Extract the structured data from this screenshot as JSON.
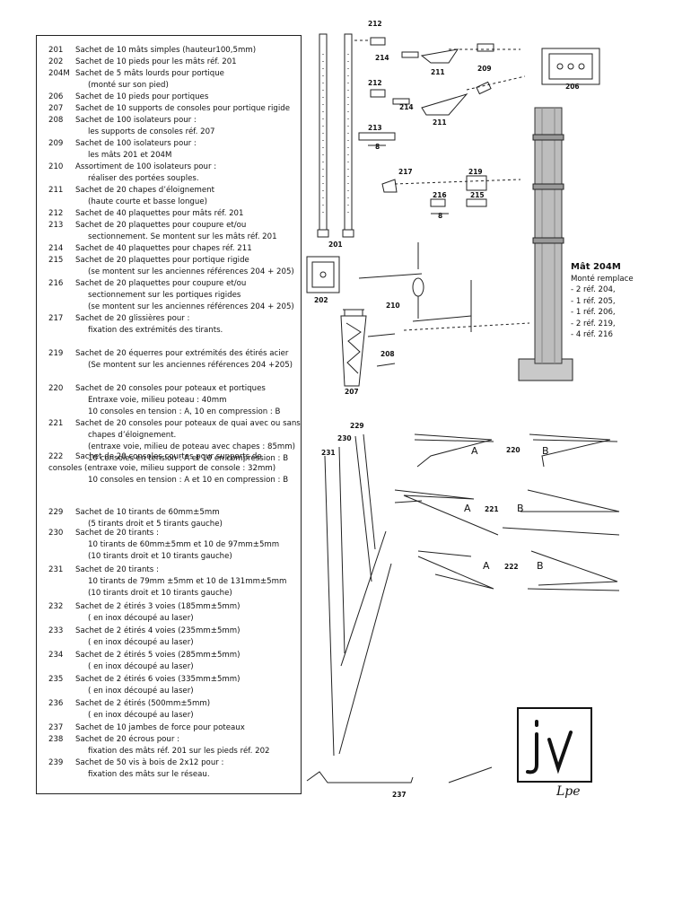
{
  "entries": [
    {
      "num": "201",
      "lines": [
        "Sachet de 10 mâts simples (hauteur100,5mm)"
      ]
    },
    {
      "num": "202",
      "lines": [
        "Sachet de 10 pieds pour les mâts réf. 201"
      ]
    },
    {
      "num": "204M",
      "lines": [
        "Sachet de 5 mâts lourds pour portique",
        "(monté sur son pied)"
      ]
    },
    {
      "num": "206",
      "lines": [
        "Sachet de 10 pieds pour portiques"
      ]
    },
    {
      "num": "207",
      "lines": [
        "Sachet de 10 supports de consoles pour portique rigide"
      ]
    },
    {
      "num": "208",
      "lines": [
        "Sachet de 100 isolateurs pour :",
        "les supports de consoles réf. 207"
      ]
    },
    {
      "num": "209",
      "lines": [
        "Sachet de 100 isolateurs pour :",
        "les mâts 201 et 204M"
      ]
    },
    {
      "num": "210",
      "lines": [
        "Assortiment de 100 isolateurs pour :",
        "réaliser des portées souples."
      ]
    },
    {
      "num": "211",
      "lines": [
        "Sachet de 20 chapes d’éloignement",
        "(haute courte et basse longue)"
      ]
    },
    {
      "num": "212",
      "lines": [
        "Sachet de 40 plaquettes pour mâts réf. 201"
      ]
    },
    {
      "num": "213",
      "lines": [
        "Sachet de 20 plaquettes pour coupure et/ou",
        "sectionnement. Se montent sur les mâts réf. 201"
      ]
    },
    {
      "num": "214",
      "lines": [
        "Sachet de 40 plaquettes pour chapes réf. 211"
      ]
    },
    {
      "num": "215",
      "lines": [
        "Sachet de 20 plaquettes pour portique rigide",
        "(se montent sur les anciennes références 204 + 205)"
      ]
    },
    {
      "num": "216",
      "lines": [
        "Sachet de 20 plaquettes pour coupure et/ou",
        "sectionnement sur les portiques rigides",
        "(se montent sur les anciennes références 204 + 205)"
      ]
    },
    {
      "num": "217",
      "lines": [
        "Sachet de 20 glissières pour :",
        "fixation des extrémités des tirants."
      ]
    },
    {
      "num": "219",
      "lines": [
        "Sachet de 20 équerres pour extrémités des étirés acier",
        "(Se montent sur les anciennes références 204 +205)"
      ]
    },
    {
      "num": "220",
      "lines": [
        "Sachet de 20 consoles pour poteaux et portiques",
        "Entraxe voie, milieu poteau : 40mm",
        "10 consoles en tension : A, 10 en compression : B"
      ]
    },
    {
      "num": "221",
      "lines": [
        "Sachet de 20 consoles pour poteaux de quai avec ou sans",
        "chapes d’éloignement.",
        "(entraxe voie, milieu de poteau avec chapes : 85mm)",
        "10 consoles en tension : A et 10 en compression : B"
      ]
    },
    {
      "num": "222",
      "lines": [
        "Sachet de 20 consoles courtes pour supports de",
        "consoles  (entraxe voie, milieu support de console : 32mm)",
        "10 consoles en tension : A et 10 en compression : B"
      ]
    },
    {
      "num": "229",
      "lines": [
        "Sachet de 10 tirants de 60mm±5mm",
        "(5 tirants droit et 5 tirants gauche)"
      ]
    },
    {
      "num": "230",
      "lines": [
        "Sachet de 20 tirants :",
        "10 tirants de 60mm±5mm et 10 de 97mm±5mm",
        "(10 tirants droit et 10 tirants gauche)"
      ]
    },
    {
      "num": "231",
      "lines": [
        "Sachet de 20 tirants :",
        "10 tirants de 79mm ±5mm et 10 de 131mm±5mm",
        "(10 tirants droit et 10 tirants gauche)"
      ]
    },
    {
      "num": "232",
      "lines": [
        "Sachet de 2 étirés 3 voies (185mm±5mm)",
        "( en inox découpé au laser)"
      ]
    },
    {
      "num": "233",
      "lines": [
        "Sachet de 2 étirés 4 voies (235mm±5mm)",
        "( en inox découpé au laser)"
      ]
    },
    {
      "num": "234",
      "lines": [
        "Sachet de 2 étirés 5 voies (285mm±5mm)",
        "( en inox découpé au laser)"
      ]
    },
    {
      "num": "235",
      "lines": [
        "Sachet de 2 étirés 6 voies (335mm±5mm)",
        "( en inox découpé au laser)"
      ]
    },
    {
      "num": "236",
      "lines": [
        "Sachet de 2 étirés (500mm±5mm)",
        "( en inox découpé au laser)"
      ]
    },
    {
      "num": "237",
      "lines": [
        "Sachet de 10 jambes de force pour poteaux"
      ]
    },
    {
      "num": "238",
      "lines": [
        "Sachet de 20 écrous pour :",
        "fixation des mâts réf. 201 sur les pieds réf. 202"
      ]
    },
    {
      "num": "239",
      "lines": [
        "Sachet de 50 vis à bois de 2x12 pour :",
        "fixation des mâts sur le réseau."
      ]
    }
  ],
  "figure_labels": {
    "l201": "201",
    "l202": "202",
    "l206": "206",
    "l207": "207",
    "l208": "208",
    "l209": "209",
    "l210": "210",
    "l211a": "211",
    "l211b": "211",
    "l212a": "212",
    "l212b": "212",
    "l213": "213",
    "l214a": "214",
    "l214b": "214",
    "l215": "215",
    "l216": "216",
    "l217": "217",
    "l219": "219",
    "l220": "220",
    "l221": "221",
    "l222": "222",
    "l229": "229",
    "l230": "230",
    "l231": "231",
    "l237": "237",
    "d8a": "8",
    "d8b": "8"
  },
  "letters": {
    "a1": "A",
    "b1": "B",
    "a2": "A",
    "b2": "B",
    "a3": "A",
    "b3": "B"
  },
  "mat_caption": {
    "title": "Mât 204M",
    "lines": [
      "Monté remplace",
      "- 2 réf. 204,",
      "- 1 réf. 205,",
      "- 1 réf. 206,",
      "- 2 réf. 219,",
      "- 4 réf. 216"
    ]
  },
  "logo": {
    "caption": "Lpe"
  }
}
